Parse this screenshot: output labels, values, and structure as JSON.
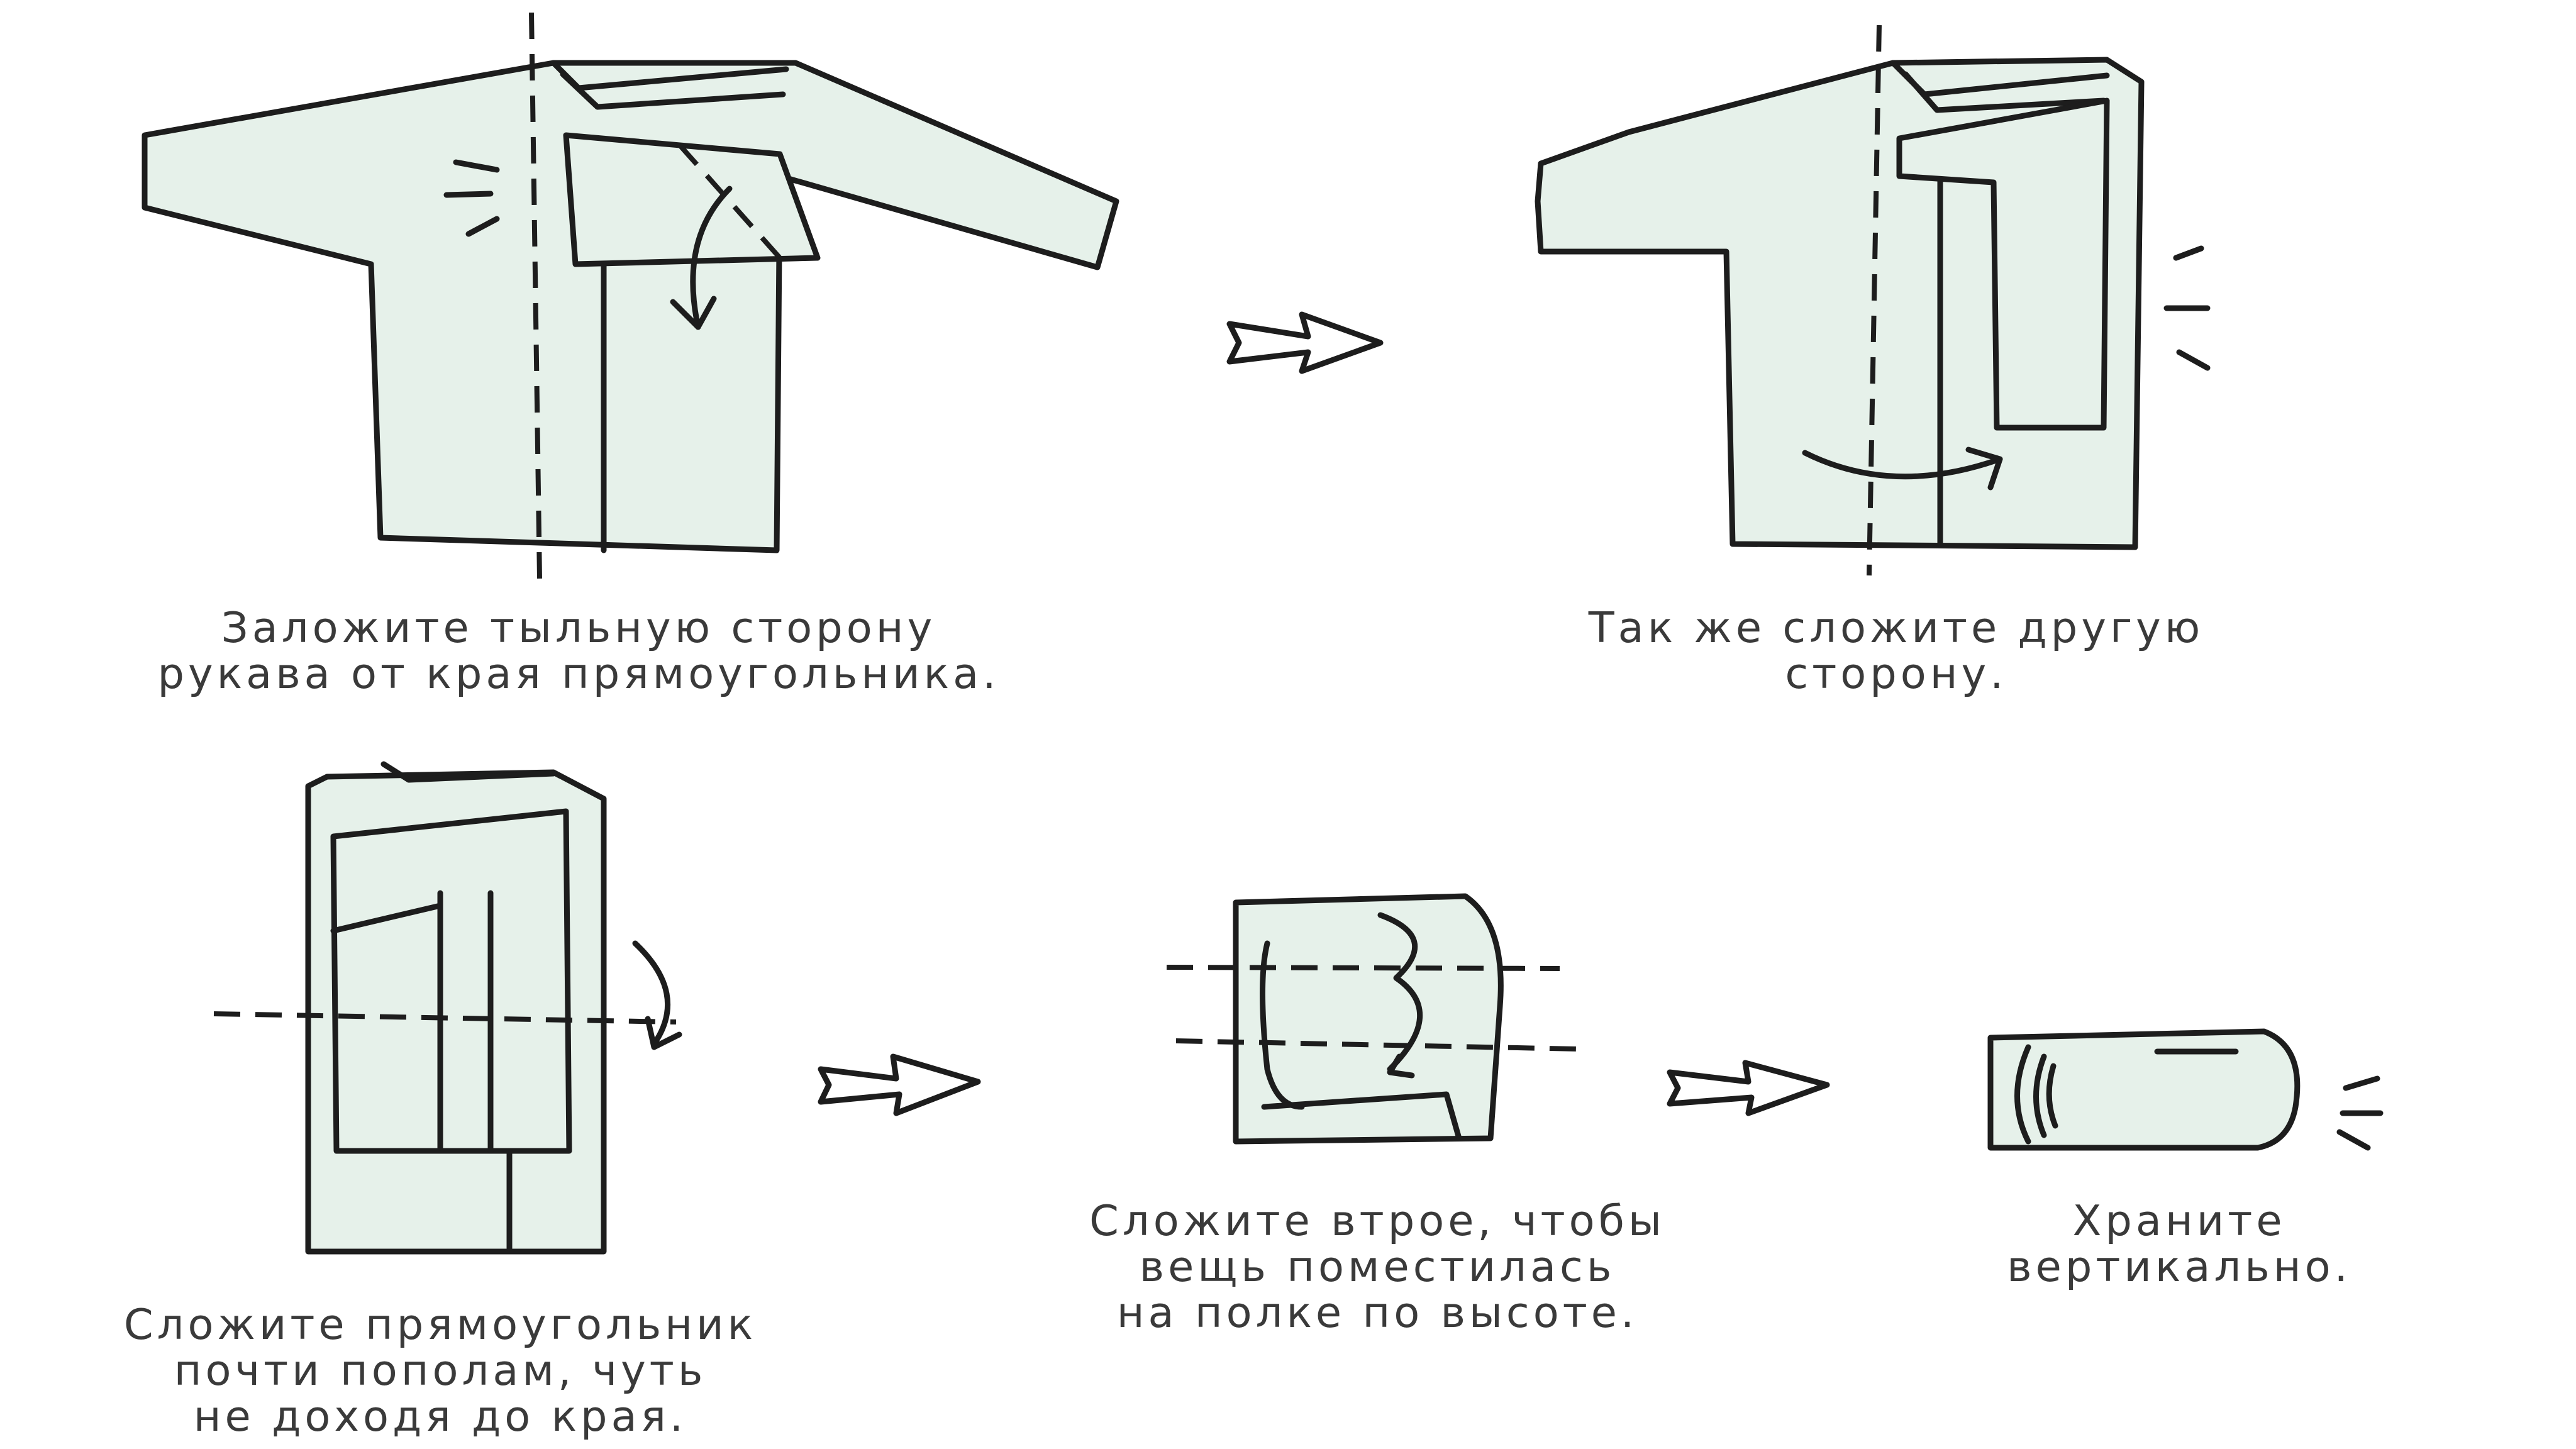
{
  "steps": [
    {
      "id": "step1",
      "lines": [
        "Заложите тыльную сторону",
        "рукава от края прямоугольника."
      ]
    },
    {
      "id": "step2",
      "lines": [
        "Так же сложите другую",
        "сторону."
      ]
    },
    {
      "id": "step3",
      "lines": [
        "Сложите прямоугольник",
        "почти пополам, чуть",
        "не доходя до края."
      ]
    },
    {
      "id": "step4",
      "lines": [
        "Сложите втрое, чтобы",
        "вещь поместилась",
        "на полке по высоте."
      ]
    },
    {
      "id": "step5",
      "lines": [
        "Храните",
        "вертикально."
      ]
    }
  ],
  "colors": {
    "fabric": "#e6f1ea",
    "outline": "#1d1d1d",
    "text": "#3a3a3a",
    "background": "#ffffff"
  }
}
